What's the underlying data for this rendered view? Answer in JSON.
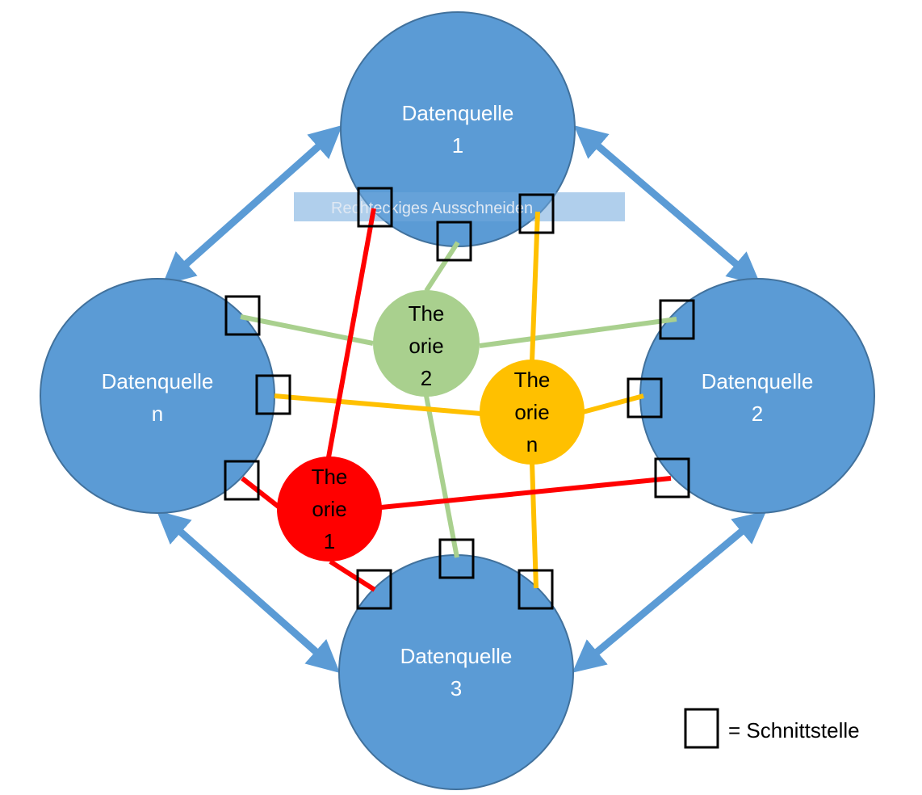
{
  "datasources": [
    {
      "id": "ds1",
      "line1": "Datenquelle",
      "line2": "1"
    },
    {
      "id": "ds2",
      "line1": "Datenquelle",
      "line2": "2"
    },
    {
      "id": "ds3",
      "line1": "Datenquelle",
      "line2": "3"
    },
    {
      "id": "dsn",
      "line1": "Datenquelle",
      "line2": "n"
    }
  ],
  "theories": [
    {
      "id": "t2",
      "lines": [
        "The",
        "orie",
        "2"
      ],
      "color": "#a9d08e"
    },
    {
      "id": "tn",
      "lines": [
        "The",
        "orie",
        "n"
      ],
      "color": "#ffc000"
    },
    {
      "id": "t1",
      "lines": [
        "The",
        "orie",
        "1"
      ],
      "color": "#ff0000"
    }
  ],
  "colors": {
    "datasource_fill": "#5b9bd5",
    "arrow": "#5b9bd5",
    "interface_border": "#000000"
  },
  "ghost_tooltip": {
    "text": "Rechteckiges Ausschneiden"
  },
  "legend": {
    "text": "= Schnittstelle"
  }
}
